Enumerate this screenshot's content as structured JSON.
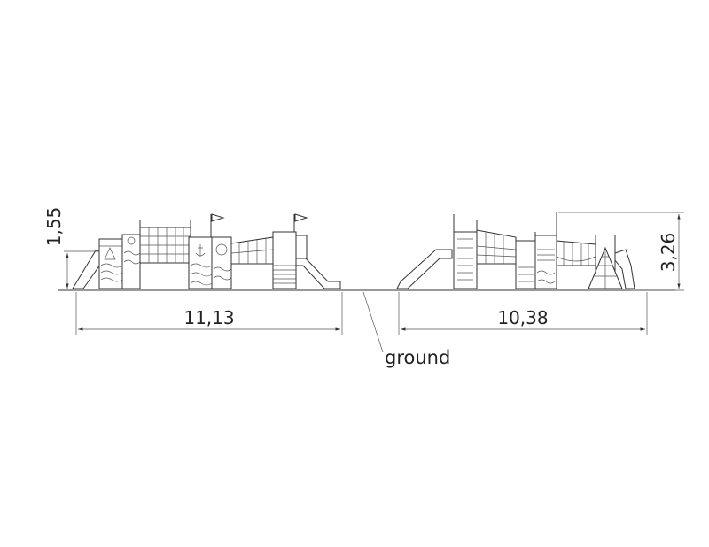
{
  "drawing": {
    "left_view": {
      "width_dim": "11,13",
      "height_dim": "1,55"
    },
    "right_view": {
      "width_dim": "10,38",
      "height_dim": "3,26"
    },
    "ground_label": "ground"
  }
}
